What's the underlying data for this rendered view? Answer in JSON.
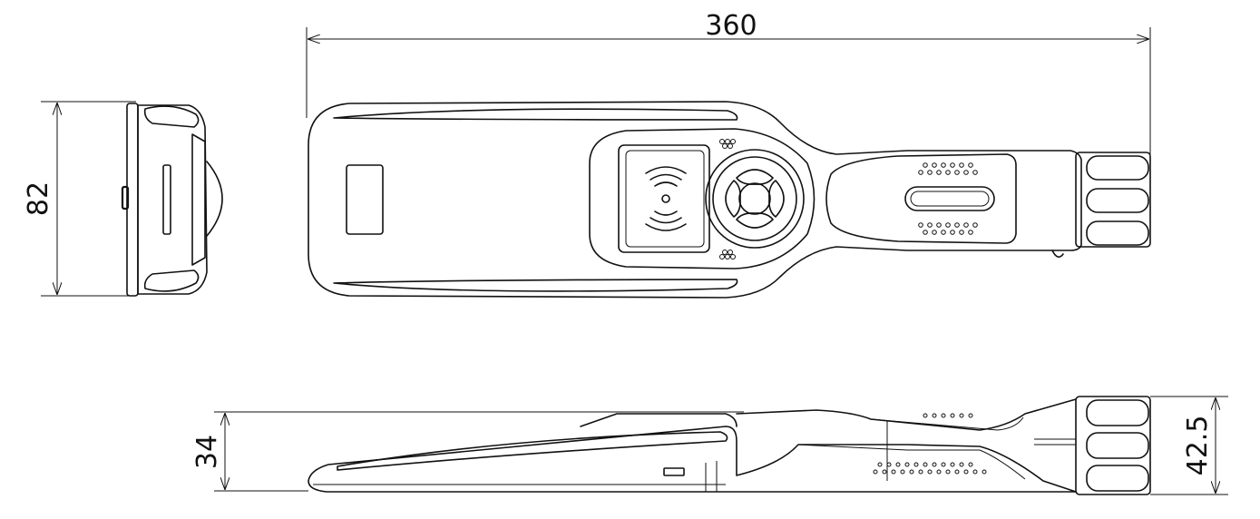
{
  "dimensions": {
    "length": "360",
    "width": "82",
    "height_body": "34",
    "height_head": "42.5"
  }
}
